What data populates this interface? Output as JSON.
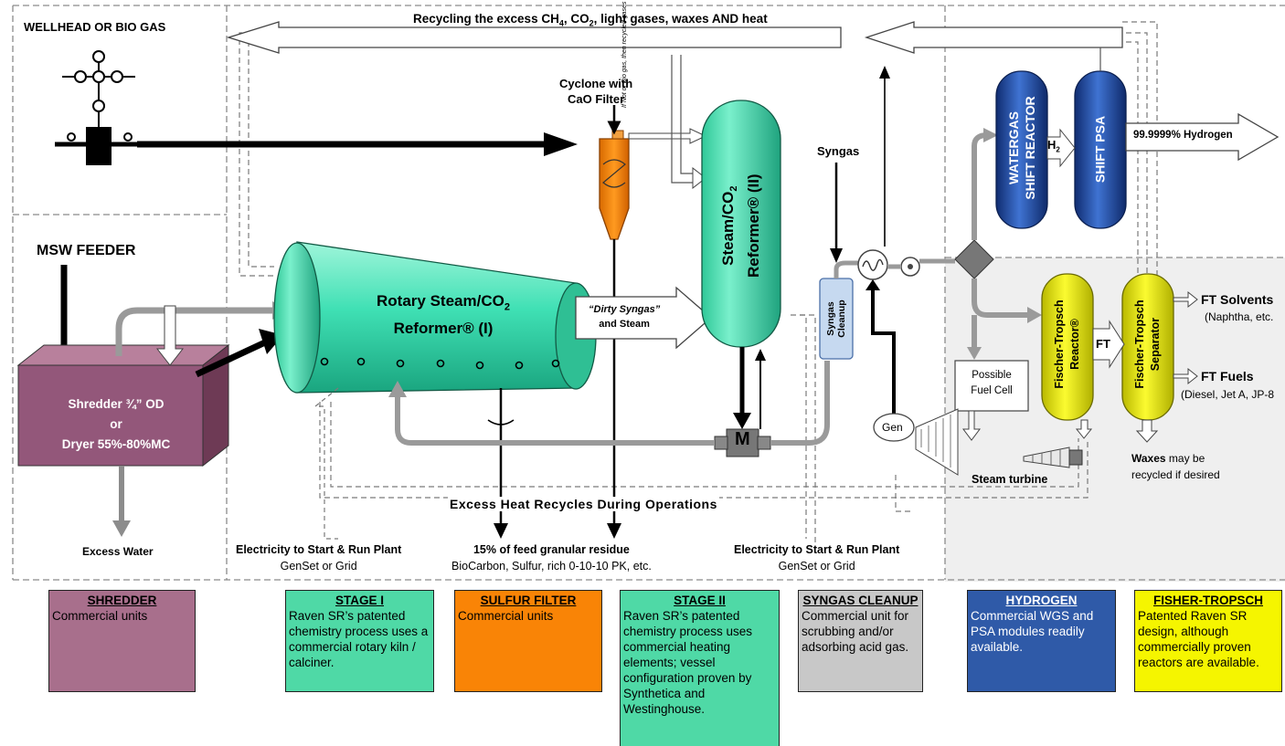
{
  "labels": {
    "wellhead": "WELLHEAD OR BIO GAS",
    "recycle_top_a": "Recycling the excess CH",
    "recycle_top_sub4": "4",
    "recycle_top_b": ", CO",
    "recycle_top_sub2": "2",
    "recycle_top_c": ", light gases, waxes AND heat",
    "cyclone_1": "Cyclone with",
    "cyclone_2": "CaO Filter",
    "recycled_gases_note": "If Not or Bio gas, then recycled gases",
    "msw_feeder": "MSW FEEDER",
    "shredder_1": "Shredder ¾” OD",
    "shredder_2": "or",
    "shredder_3": "Dryer 55%-80%MC",
    "excess_water": "Excess Water",
    "rotary_1": "Rotary Steam/CO",
    "rotary_sub": "2",
    "rotary_2": "Reformer® (I)",
    "dirty_syngas_1": "“Dirty Syngas”",
    "dirty_syngas_2": "and Steam",
    "steam_reformer_1": "Steam/CO",
    "steam_reformer_sub": "2",
    "steam_reformer_2": "Reformer® (II)",
    "syngas": "Syngas",
    "syngas_cleanup_1": "Syngas",
    "syngas_cleanup_2": "Cleanup",
    "watergas_1": "WATERGAS",
    "watergas_2": "SHIFT REACTOR",
    "h2": "H",
    "h2_sub": "2",
    "shift_psa": "SHIFT PSA",
    "hydrogen_out": "99.9999% Hydrogen",
    "ft_reactor_1": "Fischer-Tropsch",
    "ft_reactor_2": "Reactor®",
    "ft_arrow": "FT",
    "ft_separator_1": "Fischer-Tropsch",
    "ft_separator_2": "Separator",
    "ft_solvents": "FT Solvents",
    "ft_solvents_sub": "(Naphtha, etc.",
    "ft_fuels": "FT Fuels",
    "ft_fuels_sub": "(Diesel, Jet A, JP-8",
    "fuel_cell_1": "Possible",
    "fuel_cell_2": "Fuel Cell",
    "gen": "Gen",
    "steam_turbine": "Steam turbine",
    "waxes_1": "Waxes",
    "waxes_2": " may be",
    "waxes_3": "recycled if desired",
    "excess_heat": "Excess  Heat Recycles  During Operations",
    "electricity_left_1": "Electricity to Start & Run Plant",
    "electricity_left_2": "GenSet or Grid",
    "residue_1": "15% of feed granular residue",
    "residue_2": "BioCarbon, Sulfur, rich 0-10-10 PK, etc.",
    "electricity_right_1": "Electricity to Start & Run Plant",
    "electricity_right_2": "GenSet or Grid",
    "heater_m": "M"
  },
  "legend": [
    {
      "title": "SHREDDER",
      "body": "Commercial units",
      "color": "#a86f8c"
    },
    {
      "title": "STAGE I",
      "body": "Raven SR’s patented chemistry process uses a commercial rotary kiln / calciner.",
      "color": "#4fd9a6"
    },
    {
      "title": "SULFUR FILTER",
      "body": "Commercial units",
      "color": "#f98406"
    },
    {
      "title": "STAGE II",
      "body": "Raven SR’s patented chemistry process uses commercial heating elements; vessel configuration proven by Synthetica and Westinghouse.",
      "color": "#4fd9a6"
    },
    {
      "title": "SYNGAS CLEANUP",
      "body": "Commercial unit for scrubbing and/or adsorbing acid gas.",
      "color": "#c8c8c8"
    },
    {
      "title": "HYDROGEN",
      "body": "Commercial WGS and PSA modules readily available.",
      "color": "#2f5aa8"
    },
    {
      "title": "FISHER-TROPSCH",
      "body": "Patented Raven SR design,  although commercially proven reactors are available.",
      "color": "#f5f500"
    }
  ],
  "colors": {
    "shredder": "#9a5676",
    "reformer_green": "#3fe0b4",
    "cyclone_orange": "#f58000",
    "hydrogen_blue": "#1f4eaa",
    "ft_yellow": "#eef000",
    "cleanup_blue": "#c6d9f0"
  }
}
